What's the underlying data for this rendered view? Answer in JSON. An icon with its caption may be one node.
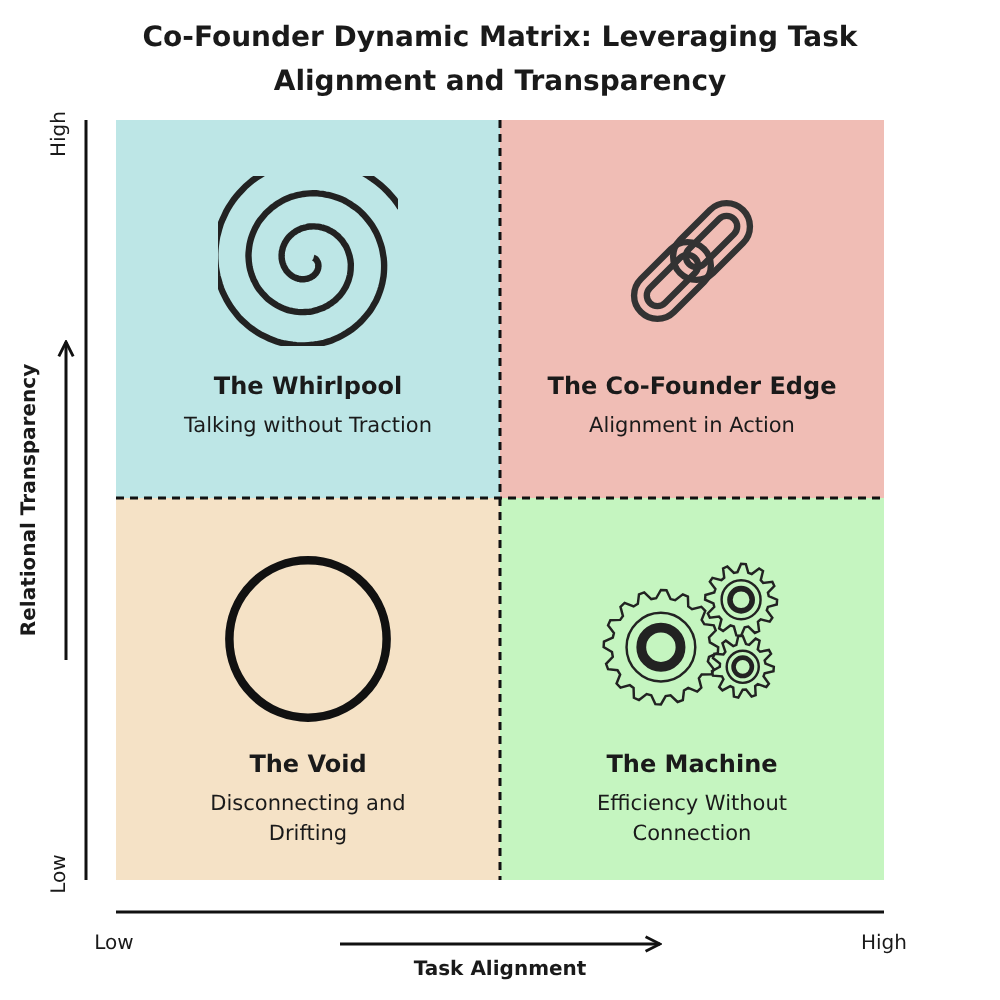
{
  "diagram": {
    "title": "Co-Founder Dynamic Matrix: Leveraging Task Alignment and Transparency",
    "nodes": [
      {
        "text": [
          "The Whirlpool",
          "Talking without Traction"
        ]
      },
      {
        "text": [
          "The Co-Founder Edge",
          "Alignment in Action"
        ]
      },
      {
        "text": [
          "The Void",
          "Disconnecting and Drifting"
        ]
      },
      {
        "text": [
          "The Machine",
          "Efficiency Without Connection"
        ]
      }
    ],
    "edges": [],
    "labels": [
      "High",
      "Relational Transparency",
      "Low",
      "Low",
      "High",
      "Task Alignment"
    ]
  }
}
